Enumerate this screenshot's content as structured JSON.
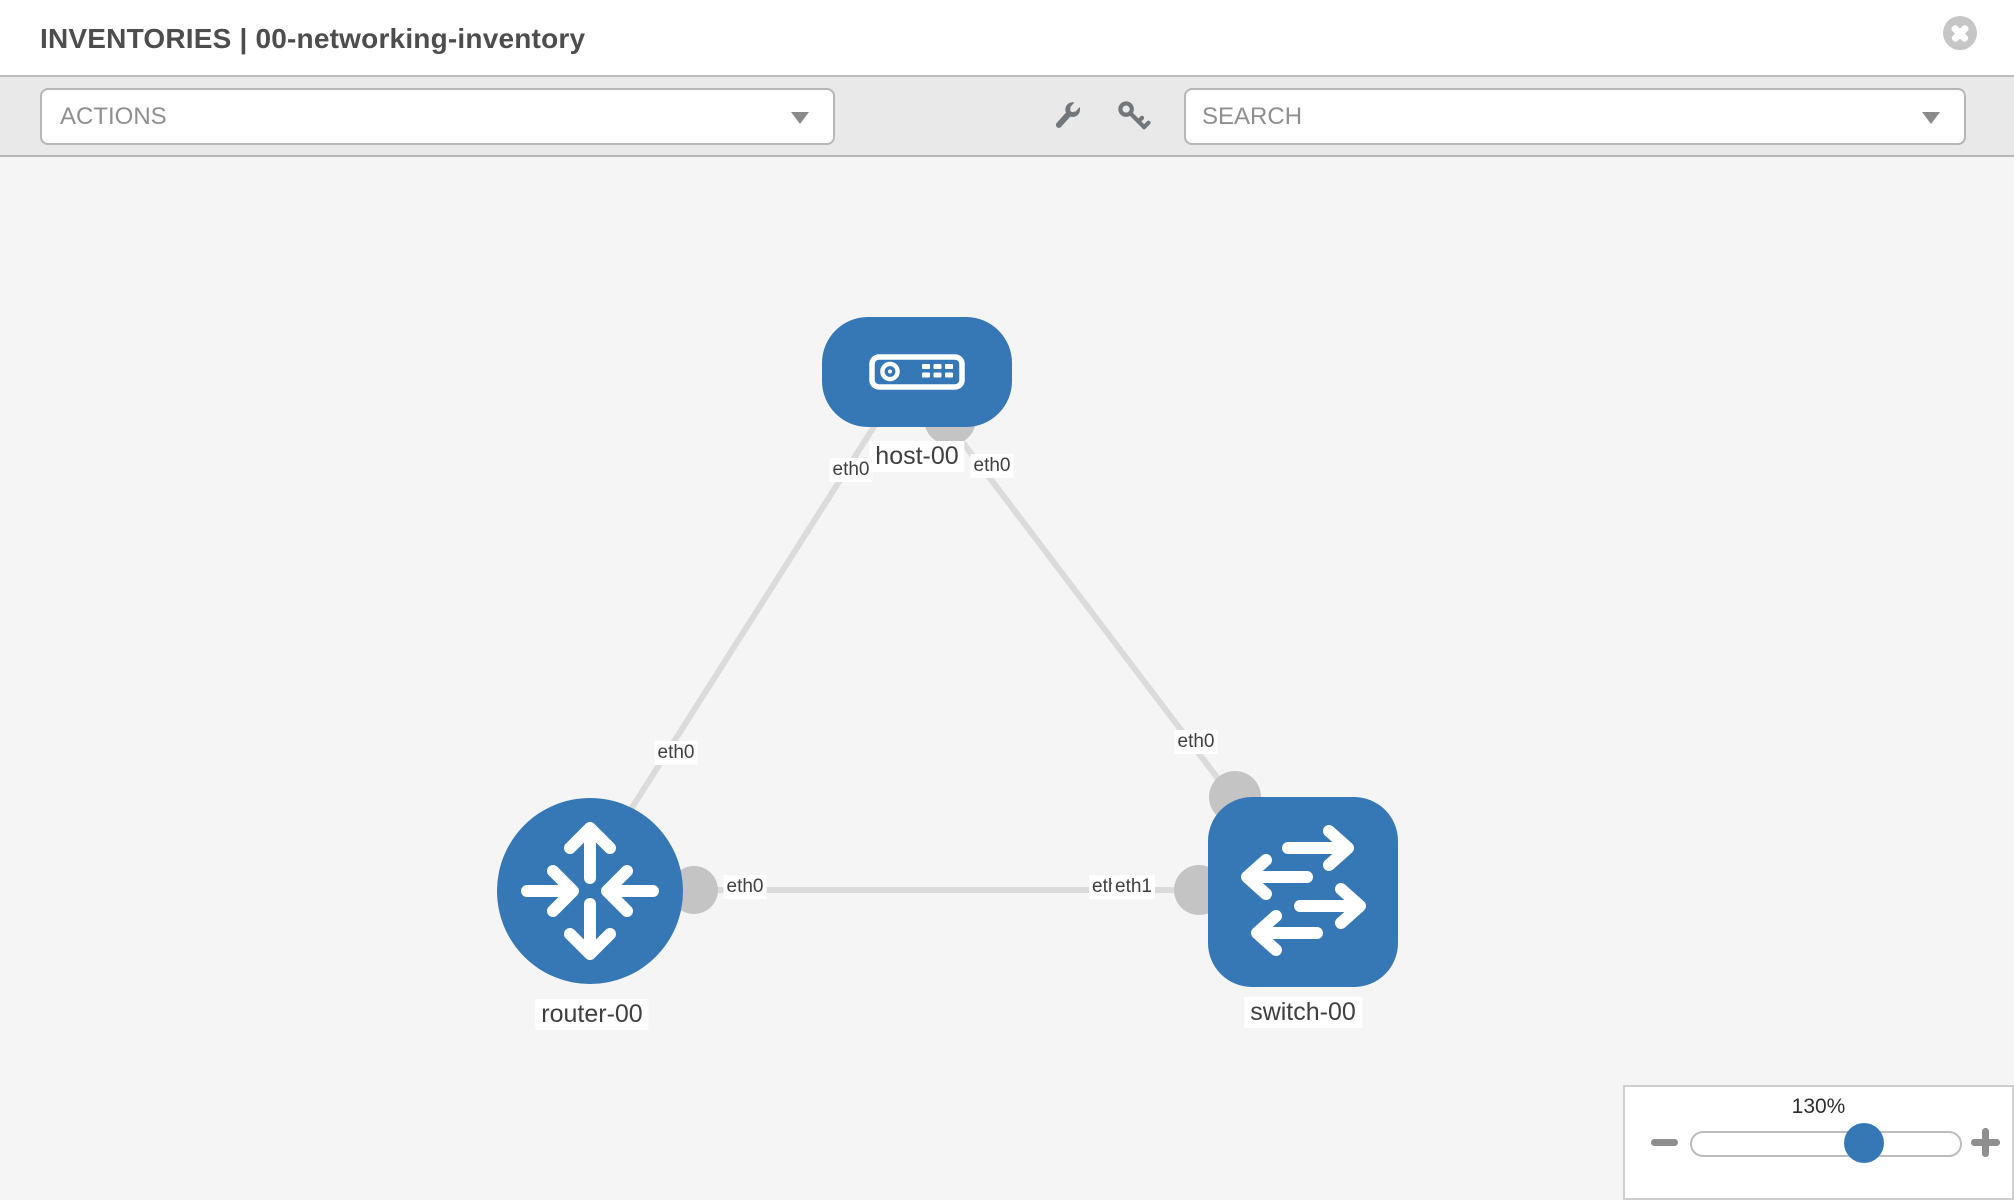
{
  "header": {
    "title": "INVENTORIES | 00-networking-inventory"
  },
  "toolbar": {
    "actions_label": "ACTIONS",
    "search_placeholder": "SEARCH"
  },
  "graph": {
    "nodes": {
      "host": {
        "label": "host-00",
        "type": "host"
      },
      "router": {
        "label": "router-00",
        "type": "router"
      },
      "switch": {
        "label": "switch-00",
        "type": "switch"
      }
    },
    "links": [
      {
        "source": "host-00",
        "source_port": "eth0",
        "target": "router-00",
        "target_port": "eth0"
      },
      {
        "source": "host-00",
        "source_port": "eth0",
        "target": "switch-00",
        "target_port": "eth0"
      },
      {
        "source": "router-00",
        "source_port": "eth0",
        "target": "switch-00",
        "target_port": "eth1"
      }
    ],
    "port_labels": {
      "host_left": "eth0",
      "host_right": "eth0",
      "router_top": "eth0",
      "switch_top": "eth0",
      "router_right": "eth0",
      "switch_left_hidden": "eth0",
      "switch_left": "eth1"
    }
  },
  "zoom_control": {
    "level": "130%"
  },
  "colors": {
    "node_blue": "#3578b5",
    "edge_gray": "#dbdbdb",
    "port_gray": "#c4c4c4",
    "canvas_bg": "#f5f5f5",
    "toolbar_bg": "#e9e9e9"
  }
}
